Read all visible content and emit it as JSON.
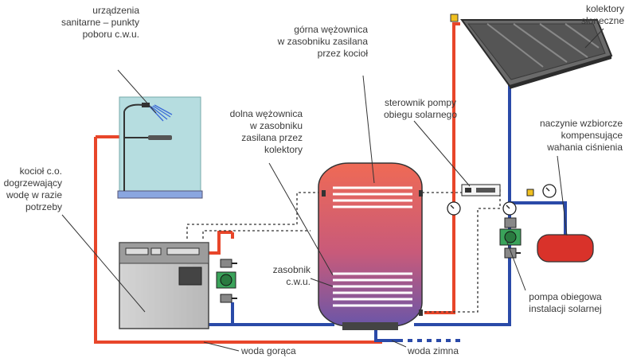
{
  "labels": {
    "sanitary_fixtures": "urządzenia\nsanitarne – punkty\npoboru c.w.u.",
    "upper_coil": "górna wężownica\nw zasobniku zasilana\nprzez kocioł",
    "lower_coil": "dolna wężownica\nw zasobniku\nzasilana przez\nkolektory",
    "pump_controller": "sterownik pompy\nobiegu solarnego",
    "solar_collectors": "kolektory\nsłoneczne",
    "expansion_vessel": "naczynie wzbiorcze\nkompensujące\nwahania ciśnienia",
    "boiler": "kocioł c.o.\ndogrzewający\nwodę w razie\npotrzeby",
    "tank": "zasobnik\nc.w.u.",
    "solar_pump": "pompa obiegowa\ninstalacji solarnej",
    "hot_water": "woda gorąca",
    "cold_water": "woda zimna"
  },
  "colors": {
    "hot_pipe": "#e8462a",
    "cold_pipe": "#2a4aa8",
    "tank_top": "#ef6a55",
    "tank_bottom": "#6a56a8",
    "boiler_body": "#c9c9c9",
    "shower_panel": "#b6dde0",
    "vessel": "#d9322a",
    "pump_green": "#3aa35a",
    "collector": "#5a5a5a"
  }
}
